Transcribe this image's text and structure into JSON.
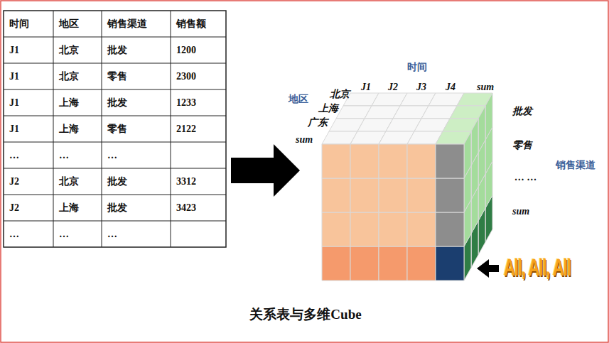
{
  "diagram": {
    "caption": "关系表与多维Cube",
    "labels": [
      "时间",
      "地区",
      "销售渠道",
      "销售额",
      "J1",
      "北京",
      "批发",
      "1200",
      "J1",
      "北京",
      "零售",
      "2300",
      "J1",
      "上海",
      "批发",
      "1233",
      "J1",
      "上海",
      "零售",
      "2122",
      "…",
      "…",
      "…",
      "J2",
      "北京",
      "批发",
      "3312",
      "J2",
      "上海",
      "批发",
      "3423",
      "…",
      "…",
      "…",
      "时间",
      "J1",
      "J2",
      "J3",
      "J4",
      "sum",
      "地区",
      "北京",
      "上海",
      "广东",
      "sum",
      "批发",
      "零售",
      "… …",
      "sum",
      "销售渠道",
      "All, All, All"
    ]
  }
}
